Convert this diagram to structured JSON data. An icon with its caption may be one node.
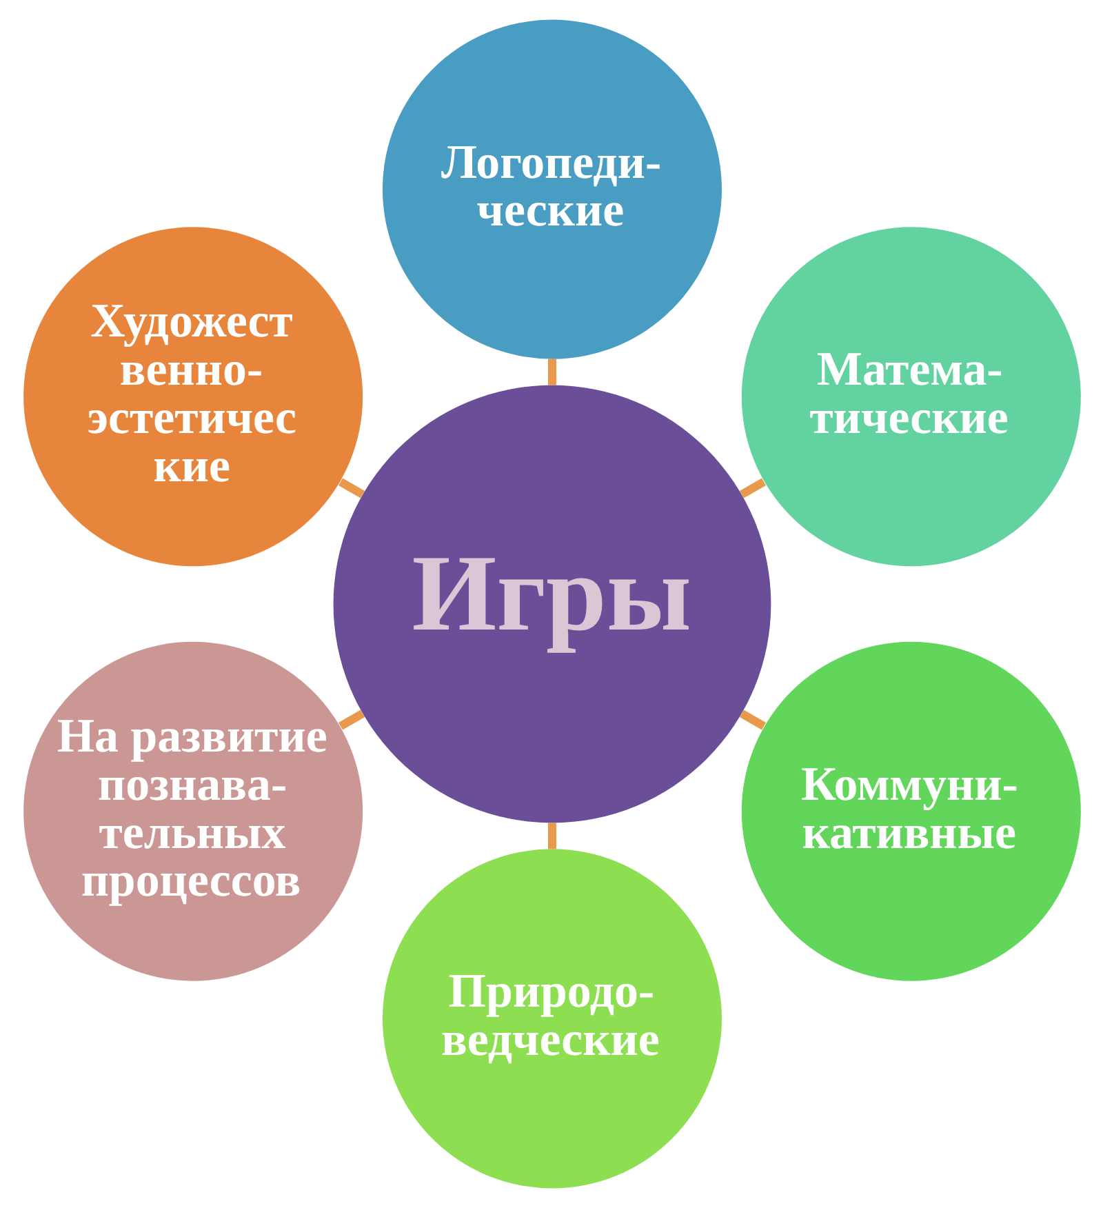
{
  "diagram": {
    "nodes": [
      {
        "text": [
          "Игры"
        ]
      },
      {
        "text": [
          "Логопеди- ческие"
        ]
      },
      {
        "text": [
          "Матема- тические"
        ]
      },
      {
        "text": [
          "Коммуни- кативные"
        ]
      },
      {
        "text": [
          "Природо- ведческие"
        ]
      },
      {
        "text": [
          "На развитие познава- тельных процессов"
        ]
      },
      {
        "text": [
          "Художест венно- эстетичес кие"
        ]
      }
    ],
    "edges": [
      {
        "from": 0,
        "to": 1,
        "arrow": "none"
      },
      {
        "from": 0,
        "to": 2,
        "arrow": "none"
      },
      {
        "from": 0,
        "to": 3,
        "arrow": "none"
      },
      {
        "from": 0,
        "to": 4,
        "arrow": "none"
      },
      {
        "from": 0,
        "to": 5,
        "arrow": "none"
      },
      {
        "from": 0,
        "to": 6,
        "arrow": "none"
      }
    ]
  }
}
